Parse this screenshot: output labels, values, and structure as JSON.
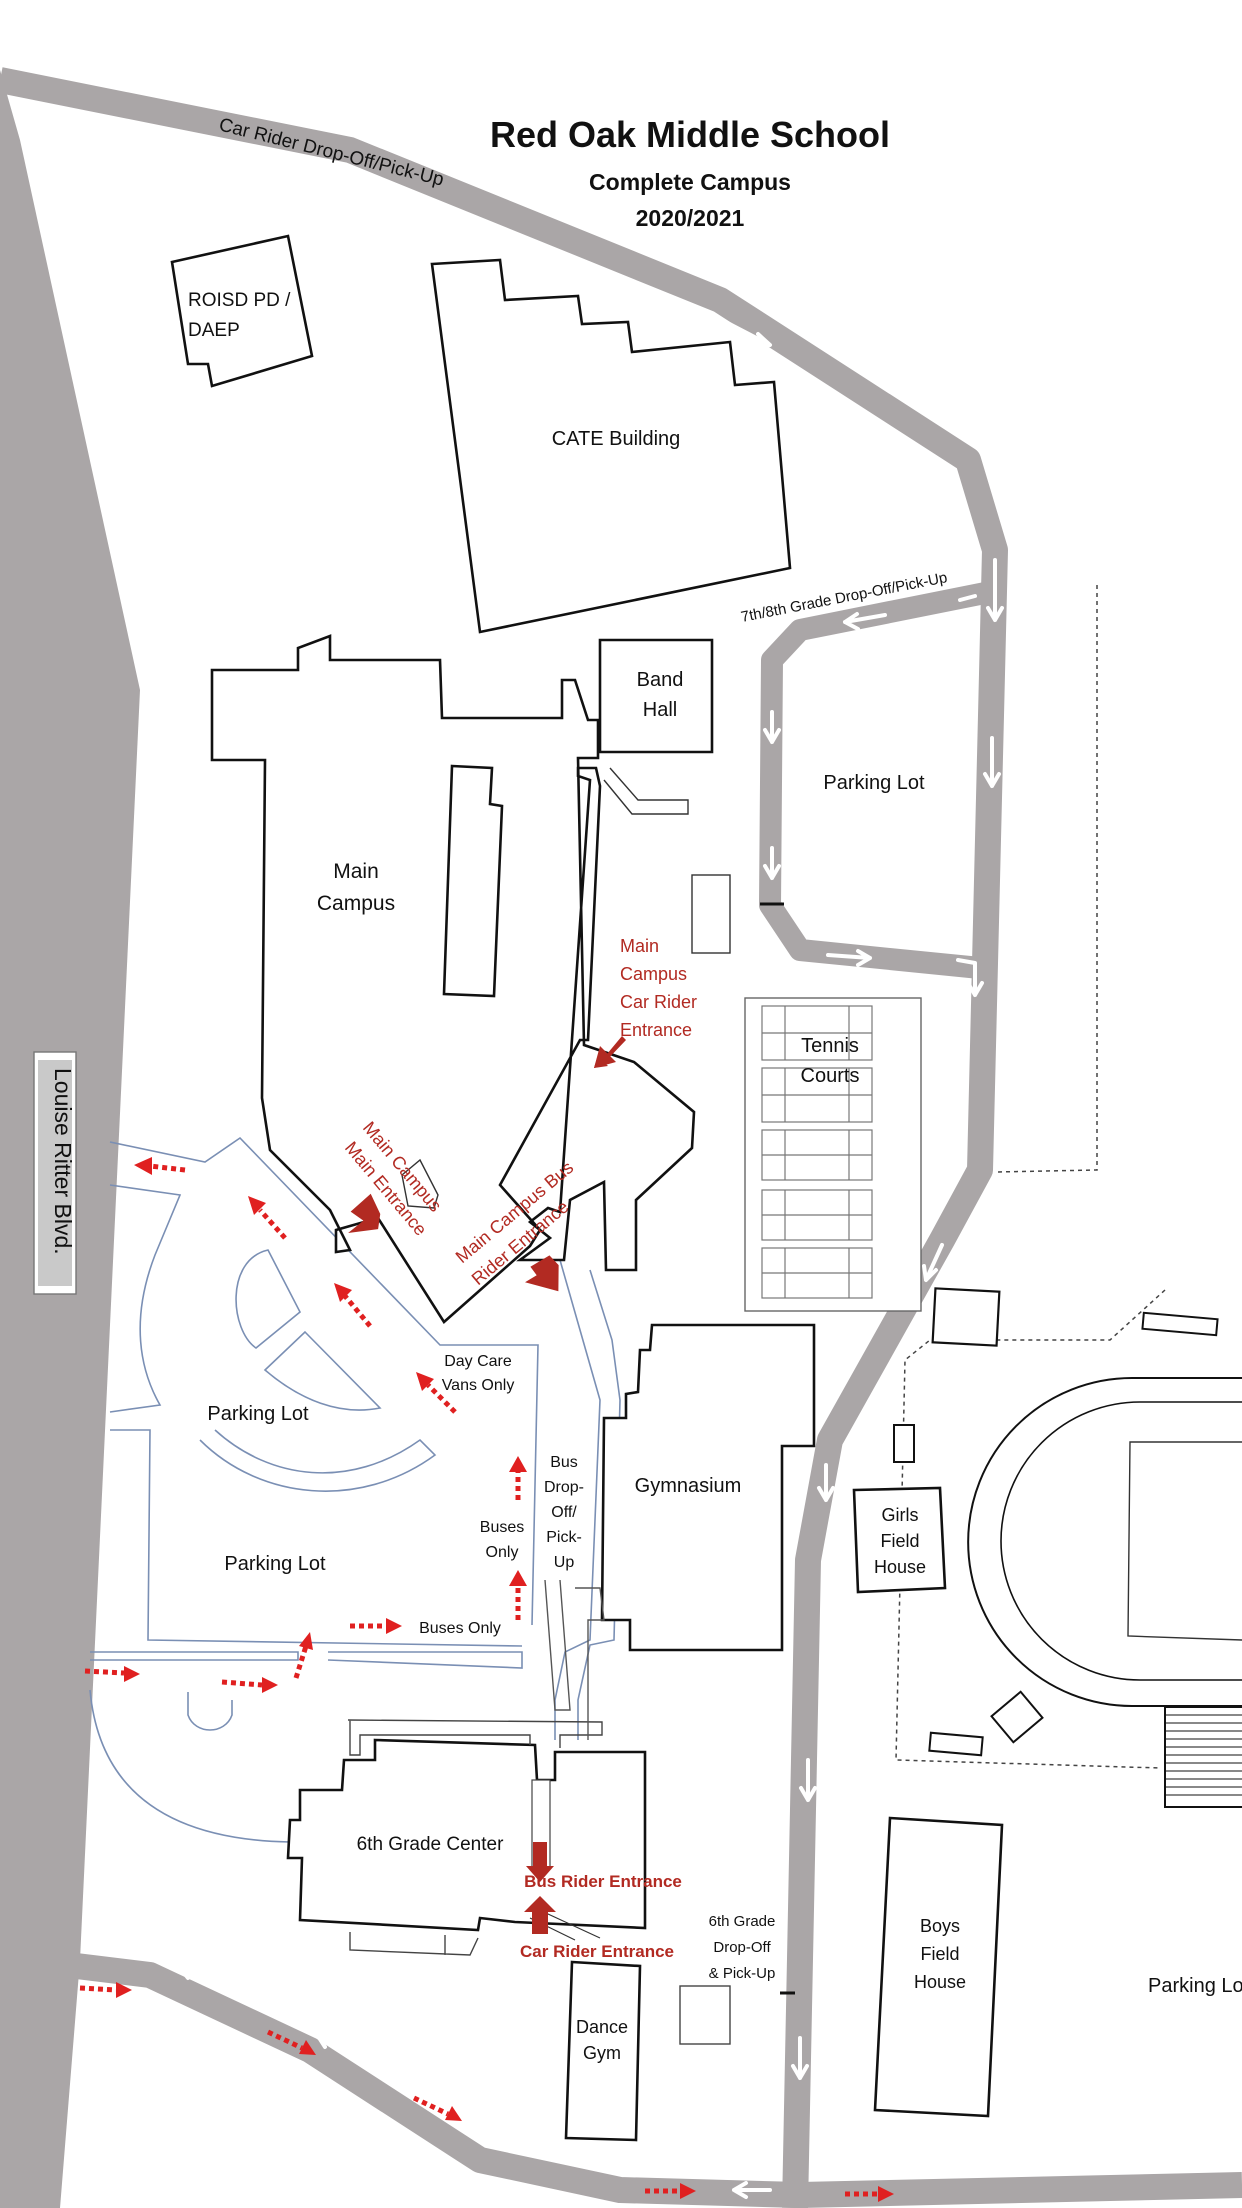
{
  "title": "Red Oak Middle School",
  "subtitle": "Complete Campus",
  "year": "2020/2021",
  "roads": {
    "top": "Car Rider Drop-Off/Pick-Up",
    "mid": "7th/8th Grade Drop-Off/Pick-Up",
    "left": "Louise Ritter Blvd."
  },
  "buildings": {
    "roisd": [
      "ROISD PD /",
      "DAEP"
    ],
    "cate": "CATE Building",
    "band": [
      "Band",
      "Hall"
    ],
    "main": [
      "Main",
      "Campus"
    ],
    "gym": "Gymnasium",
    "sixth": "6th Grade Center",
    "dance": [
      "Dance",
      "Gym"
    ],
    "girls": [
      "Girls",
      "Field",
      "House"
    ],
    "boys": [
      "Boys",
      "Field",
      "House"
    ],
    "tennis": [
      "Tennis",
      "Courts"
    ]
  },
  "lots": {
    "east": "Parking Lot",
    "west1": "Parking Lot",
    "west2": "Parking Lot",
    "southeast": "Parking Lo"
  },
  "entrances": {
    "main_car": [
      "Main",
      "Campus",
      "Car Rider",
      "Entrance"
    ],
    "main_main": [
      "Main Campus",
      "Main Entrance"
    ],
    "main_bus": [
      "Main Campus Bus",
      "Rider Entrance"
    ],
    "bus_rider": "Bus Rider Entrance",
    "car_rider": "Car Rider Entrance"
  },
  "notes": {
    "daycare": [
      "Day Care",
      "Vans Only"
    ],
    "buses_only_v": [
      "Buses",
      "Only"
    ],
    "buses_only_h": "Buses Only",
    "bus_drop": [
      "Bus",
      "Drop-",
      "Off/",
      "Pick-",
      "Up"
    ],
    "sixth_drop": [
      "6th Grade",
      "Drop-Off",
      "& Pick-Up"
    ]
  },
  "colors": {
    "road": "#aaa6a7",
    "entrance_red": "#b22a22",
    "arrow_red": "#e02020"
  }
}
